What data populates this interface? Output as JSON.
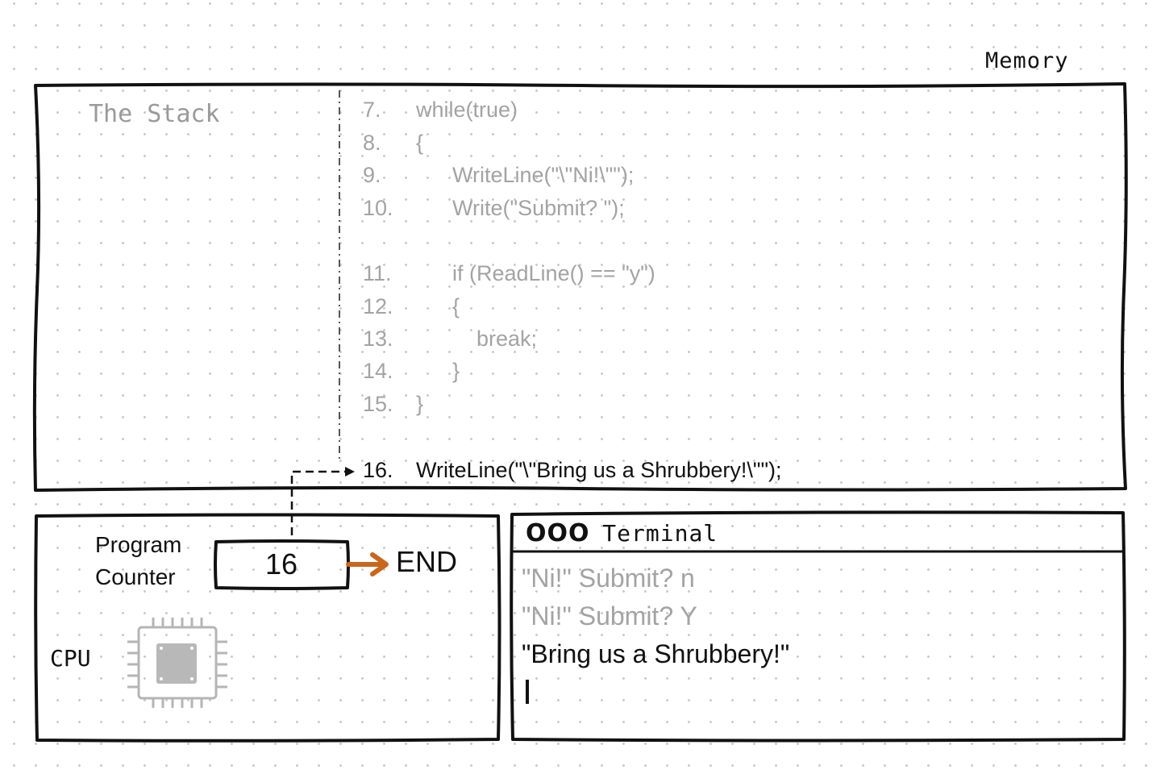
{
  "memory_label": "Memory",
  "stack_label": "The Stack",
  "code_lines": [
    {
      "num": "7.",
      "text": "while(true)",
      "indent": 0
    },
    {
      "num": "8.",
      "text": "{",
      "indent": 0
    },
    {
      "num": "9.",
      "text": "WriteLine(\"\\\"Ni!\\\"\");",
      "indent": 1
    },
    {
      "num": "10.",
      "text": "Write(\"Submit? \");",
      "indent": 1
    },
    {
      "num": "11.",
      "text": "if (ReadLine() == \"y\")",
      "indent": 1
    },
    {
      "num": "12.",
      "text": "{",
      "indent": 1
    },
    {
      "num": "13.",
      "text": "break;",
      "indent": 2
    },
    {
      "num": "14.",
      "text": "}",
      "indent": 1
    },
    {
      "num": "15.",
      "text": "}",
      "indent": 0
    },
    {
      "num": "16.",
      "text": "WriteLine(\"\\\"Bring us a Shrubbery!\\\"\");",
      "indent": 0,
      "current": true
    }
  ],
  "cpu": {
    "pc_label_1": "Program",
    "pc_label_2": "Counter",
    "pc_value": "16",
    "next": "END",
    "cpu_label": "CPU",
    "chip_icon": "cpu-chip-icon"
  },
  "terminal": {
    "dots": "OOO",
    "title": "Terminal",
    "lines": [
      {
        "text": "\"Ni!\" Submit? n"
      },
      {
        "text": "\"Ni!\" Submit? Y"
      },
      {
        "text": "\"Bring us a Shrubbery!\"",
        "current": true
      }
    ]
  },
  "colors": {
    "ink": "#111111",
    "faded": "#a3a3a3",
    "arrow": "#c8661e"
  }
}
